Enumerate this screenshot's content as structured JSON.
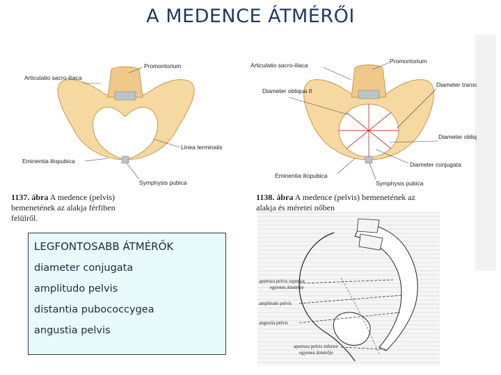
{
  "title": "A MEDENCE ÁTMÉRŐI",
  "figure1": {
    "labels": {
      "articulatio": "Articulatio sacro-iliaca",
      "promontorium": "Promontorium",
      "linea": "Linea terminalis",
      "eminentia": "Eminentia iliopubica",
      "symphysis": "Symphysis pubica"
    },
    "caption": {
      "num": "1137. ábra",
      "text": "A medence (pelvis) bemenetének az alakja férfiben felülről."
    }
  },
  "figure2": {
    "labels": {
      "articulatio": "Articulatio sacro-iliaca",
      "promontorium": "Promontorium",
      "obliqua2": "Diameter obliqua II",
      "transversa": "Diameter transversa",
      "obliqua1": "Diameter obliqua I",
      "conjugata": "Diameter conjugata",
      "eminentia": "Eminentia iliopubica",
      "symphysis": "Symphysis pubica"
    },
    "caption": {
      "num": "1138. ábra",
      "text": "A medence (pelvis) bemenetének az alakja és méretei nőben"
    }
  },
  "figure3": {
    "labels": {
      "apertura_sup": "apertura pelvis superior",
      "egyenes1": "egyenes átmérője",
      "amplitudo": "amplitudo pelvis",
      "angustia": "angustia pelvis",
      "apertura_inf": "apertura pelvis inferior",
      "egyenes2": "egyenes átmérője"
    }
  },
  "infobox": {
    "heading": "LEGFONTOSABB ÁTMÉRŐK",
    "items": [
      "diameter conjugata",
      "amplitudo pelvis",
      "distantia pubococcygea",
      "angustia pelvis"
    ]
  },
  "colors": {
    "title": "#1f3a63",
    "bone": "#f6d9a0",
    "bone_dark": "#e8bd78",
    "box_bg": "#e8fafa",
    "diameter_lines": "#c0392b"
  }
}
